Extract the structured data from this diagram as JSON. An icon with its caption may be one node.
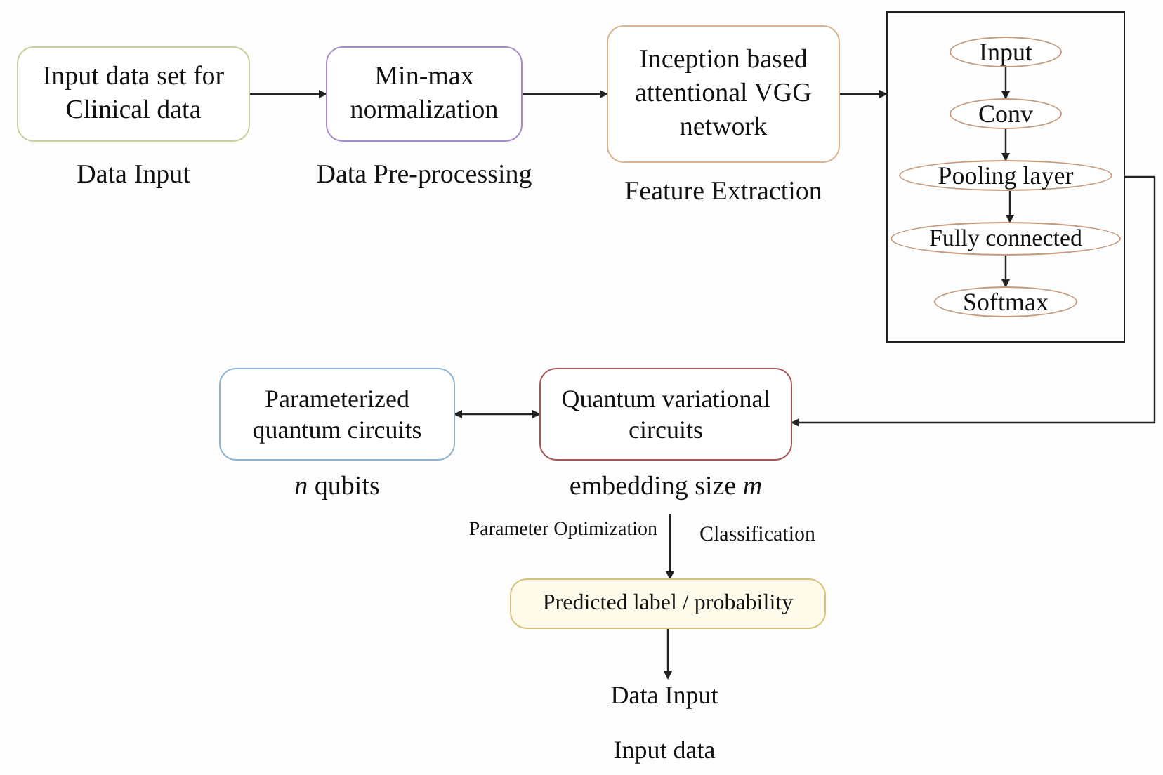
{
  "diagram": {
    "nodes": [
      {
        "text": [
          "Input data set for Clinical data"
        ],
        "beside": [
          "Data Input"
        ]
      },
      {
        "text": [
          "Min-max normalization"
        ],
        "beside": [
          "Data Pre-processing"
        ]
      },
      {
        "text": [
          "Inception based attentional VGG network"
        ],
        "beside": [
          "Feature Extraction"
        ]
      },
      {
        "text": [],
        "shape": "box"
      },
      {
        "text": [
          "Input"
        ],
        "in": 3
      },
      {
        "text": [
          "Conv"
        ],
        "in": 3
      },
      {
        "text": [
          "Pooling layer"
        ],
        "in": 3
      },
      {
        "text": [
          "Fully connected"
        ],
        "in": 3
      },
      {
        "text": [
          "Softmax"
        ],
        "in": 3
      },
      {
        "text": [
          "Parameterized quantum circuits"
        ],
        "beside": [
          "*n* qubits"
        ]
      },
      {
        "text": [
          "Quantum variational circuits"
        ],
        "beside": [
          "embedding size *m*"
        ]
      },
      {
        "text": [
          "Predicted label / probability"
        ]
      },
      {
        "text": [
          "Data Input"
        ]
      }
    ],
    "edges": [
      {
        "from": 0,
        "to": 1,
        "arrow": "to"
      },
      {
        "from": 1,
        "to": 2,
        "arrow": "to"
      },
      {
        "from": 2,
        "to": 3,
        "arrow": "to"
      },
      {
        "from": 4,
        "to": 5,
        "arrow": "to"
      },
      {
        "from": 5,
        "to": 6,
        "arrow": "to"
      },
      {
        "from": 6,
        "to": 7,
        "arrow": "to"
      },
      {
        "from": 7,
        "to": 8,
        "arrow": "to"
      },
      {
        "from": 3,
        "to": 10,
        "arrow": "to"
      },
      {
        "from": 9,
        "to": 10,
        "arrow": "both"
      },
      {
        "from": 10,
        "to": 11,
        "arrow": "to"
      },
      {
        "from": 11,
        "to": 12,
        "arrow": "to"
      }
    ],
    "labels": [
      "Parameter Optimization",
      "Classification",
      "Input data"
    ]
  }
}
